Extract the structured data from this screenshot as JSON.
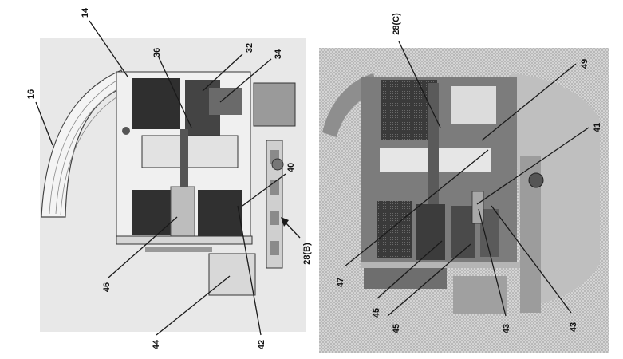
{
  "colors": {
    "panel_light": "#e6e6e6",
    "panel_dither": "#c8c8c8",
    "structure_dark": "#2e2e2e",
    "structure_mid": "#8a8a8a",
    "structure_light": "#f2f2f2",
    "leader": "#1a1a1a",
    "label": "#111111"
  },
  "left_view": {
    "reference_numerals": [
      "14",
      "16",
      "32",
      "34",
      "36",
      "40",
      "42",
      "44",
      "46",
      "28(B)"
    ]
  },
  "right_view": {
    "reference_numerals": [
      "28(C)",
      "49",
      "41",
      "47",
      "45",
      "45",
      "43",
      "43"
    ]
  }
}
